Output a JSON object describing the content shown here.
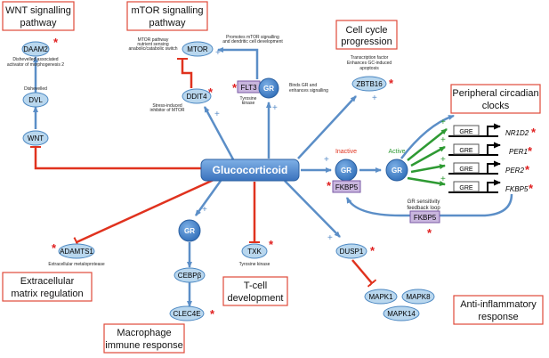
{
  "colors": {
    "node_fill": "#b9d7ee",
    "node_stroke": "#4c88c2",
    "arrow_blue": "#5b8ec7",
    "arrow_red": "#e0321e",
    "arrow_green": "#2e9a33",
    "box_stroke": "#e04a3a",
    "purple_fill": "#c9b6de",
    "gr_fill": "#3f7fc6",
    "star": "#e02020"
  },
  "center": {
    "label": "Glucocorticoid"
  },
  "boxes": {
    "wnt": [
      "WNT signalling",
      "pathway"
    ],
    "mtor": [
      "mTOR signalling",
      "pathway"
    ],
    "cell_cycle": [
      "Cell cycle",
      "progression"
    ],
    "circadian": [
      "Peripheral circadian",
      "clocks"
    ],
    "ecm": [
      "Extracellular",
      "matrix regulation"
    ],
    "macrophage": [
      "Macrophage",
      "immune response"
    ],
    "tcell": [
      "T-cell",
      "development"
    ],
    "anti_inflam": [
      "Anti-inflammatory",
      "response"
    ]
  },
  "nodes": {
    "daam2": "DAAM2",
    "dvl": "DVL",
    "wnt": "WNT",
    "mtor": "MTOR",
    "ddit4": "DDIT4",
    "flt3": "FLT3",
    "gr": "GR",
    "zbtb16": "ZBTB16",
    "fkbp5": "FKBP5",
    "adamts1": "ADAMTS1",
    "cebpb": "CEBPβ",
    "clec4e": "CLEC4E",
    "txk": "TXK",
    "dusp1": "DUSP1",
    "mapk1": "MAPK1",
    "mapk8": "MAPK8",
    "mapk14": "MAPK14",
    "gre": "GRE"
  },
  "genes": [
    "NR1D2",
    "PER1",
    "PER2",
    "FKBP5"
  ],
  "annotations": {
    "dishevelled_assoc": [
      "Dishevelled associated",
      "activator of morphogenesis 2"
    ],
    "dishevelled": "Dishevelled",
    "mtor_pathway": [
      "MTOR pathway",
      "nutrient sensing",
      "anabolic/catabolic switch"
    ],
    "promotes_mtor": [
      "Promotes mTOR signalling",
      "and dendritic cell development"
    ],
    "stress_induced": [
      "Stress-induced",
      "inhibitor of MTOR"
    ],
    "tyrosine_kinase": [
      "Tyrosine",
      "kinase"
    ],
    "binds_gr": [
      "Binds GR and",
      "enhances signalling"
    ],
    "transcription_factor": [
      "Transcription factor",
      "Enhances GC-induced",
      "apoptosis"
    ],
    "inactive": "Inactive",
    "active": "Active",
    "feedback": [
      "GR sensitivity",
      "feedback loop"
    ],
    "ecm_protease": "Extracellular metaloprotease",
    "txk_kinase": "Tyrosine kinase"
  },
  "signs": {
    "plus": "+",
    "star": "*"
  }
}
